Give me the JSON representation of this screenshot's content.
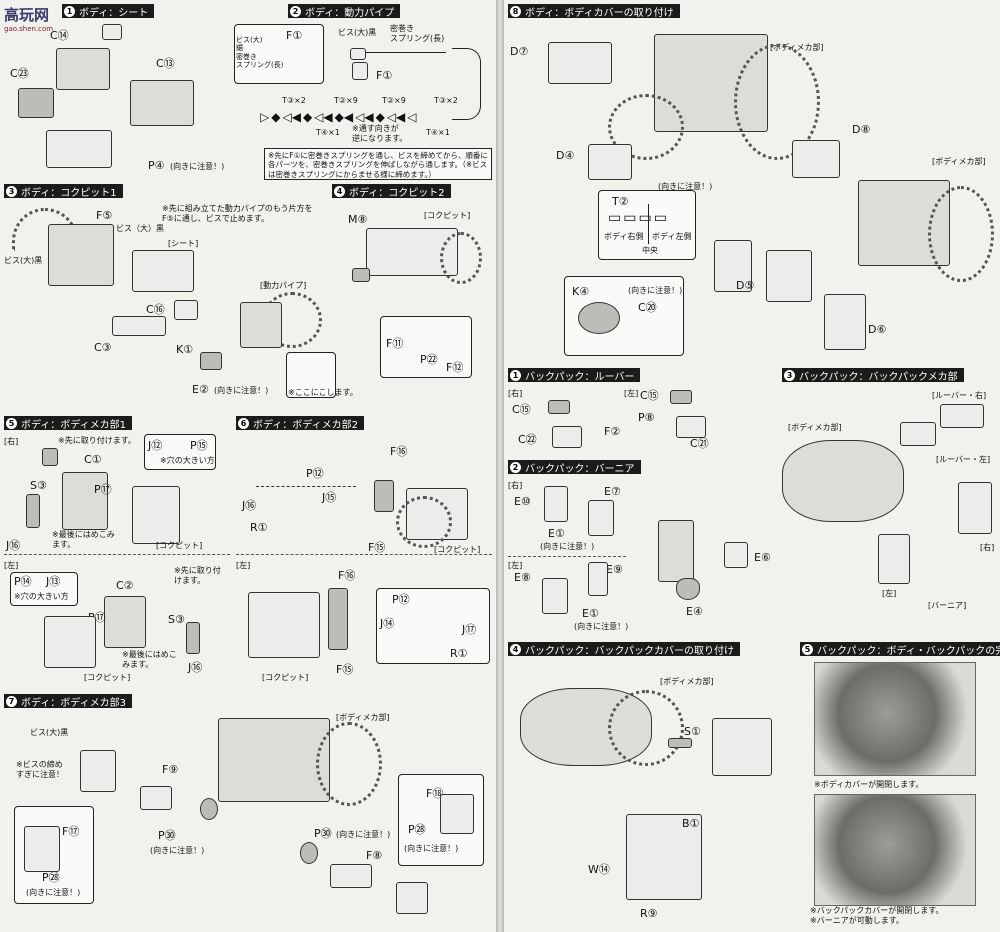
{
  "watermark": {
    "brand": "高玩网",
    "url": "gao.shen.com"
  },
  "s1": {
    "num": "1",
    "title": "ボディ：シート",
    "labels": [
      "C⑭",
      "C㉓",
      "C⑬",
      "P④"
    ],
    "note": "(向きに注意！)"
  },
  "s2": {
    "num": "2",
    "title": "ボディ：動力パイプ",
    "f1": "F①",
    "f1b": "F①",
    "side_note": "ビス(大)\n鋸\n密巻き\nスプリング(長)",
    "screw_label": "ビス(大)黒",
    "spring_label": "密巻き\nスプリング(長)",
    "t_labels": [
      "T③×2",
      "T②×9",
      "T②×9",
      "T③×2",
      "T④×1",
      "T④×1"
    ],
    "t_note": "※通す向きが\n逆になります。",
    "instruction": "※先にF①に密巻きスプリングを通し、ビスを締めてから、順番に各パーツを、密巻きスプリングを伸ばしながら通します。（※ビスは密巻きスプリングにからませる様に締めます。）"
  },
  "s3": {
    "num": "3",
    "title": "ボディ：コクピット1",
    "f5": "F⑤",
    "instruction": "※先に組み立てた動力パイプのもう片方をF⑤に通し、ビスで止めます。",
    "screw": "ビス（大）黒",
    "screw_left": "ビス(大)黒",
    "seat": "[シート]",
    "pipe": "[動力パイプ]",
    "c16": "C⑯",
    "c3": "C③",
    "k1": "K①",
    "e2": "E②",
    "e2_note": "(向きに注意！)",
    "here": "※ここにこします。"
  },
  "s4": {
    "num": "4",
    "title": "ボディ：コクピット2",
    "m8": "M⑧",
    "cockpit": "[コクピット]",
    "f11": "F⑪",
    "p22": "P㉒",
    "f12": "F⑫"
  },
  "s5": {
    "num": "5",
    "title": "ボディ：ボディメカ部1",
    "right": "[右]",
    "first": "※先に取り付けます。",
    "j12": "J⑫",
    "p15": "P⑮",
    "hole": "※穴の大きい方",
    "c1": "C①",
    "p17": "P⑰",
    "s3": "S③",
    "j16": "J⑯",
    "last": "※最後にはめこみます。",
    "cockpit": "[コクピット]",
    "left": "[左]",
    "p14": "P⑭",
    "j13": "J⑬",
    "hole2": "※穴の大きい方",
    "c2": "C②",
    "p17b": "P⑰",
    "first2": "※先に取り付けます。",
    "s3b": "S③",
    "j16b": "J⑯",
    "last2": "※最後にはめこみます。",
    "cockpit2": "[コクピット]"
  },
  "s6": {
    "num": "6",
    "title": "ボディ：ボディメカ部2",
    "f16": "F⑯",
    "p12": "P⑫",
    "j15": "J⑮",
    "j16": "J⑯",
    "r1": "R①",
    "f15": "F⑮",
    "cockpit": "[コクピット]",
    "left": "[左]",
    "f16b": "F⑯",
    "p12b": "P⑫",
    "j14": "J⑭",
    "j17": "J⑰",
    "f15b": "F⑮",
    "r1b": "R①",
    "cockpit2": "[コクピット]"
  },
  "s7": {
    "num": "7",
    "title": "ボディ：ボディメカ部3",
    "screw": "ビス(大)黒",
    "screw_note": "※ビスの締め\nすぎに注意！",
    "mecha": "[ボディメカ部]",
    "f9": "F⑨",
    "f17": "F⑰",
    "p30": "P㉚",
    "p30_note": "(向きに注意！)",
    "p28": "P㉘",
    "p28_note": "(向きに注意！)",
    "p30b": "P㉚",
    "p30b_note": "(向きに注意！)",
    "f8": "F⑧",
    "f18": "F⑱",
    "p28b": "P㉘",
    "p28b_note": "(向きに注意！)"
  },
  "s8": {
    "num": "8",
    "title": "ボディ：ボディカバーの取り付け",
    "d7": "D⑦",
    "mecha": "[ボディメカ部]",
    "d8": "D⑧",
    "d4": "D④",
    "d4_note": "(向きに注意！)",
    "t2": "T②",
    "right": "ボディ右側",
    "left": "ボディ左側",
    "center": "中央",
    "mecha2": "[ボディメカ部]",
    "k4": "K④",
    "k4_note": "(向きに注意！)",
    "c20": "C⑳",
    "d5": "D⑤",
    "d6": "D⑥"
  },
  "b1": {
    "num": "1",
    "title": "バックパック：ルーバー",
    "right": "[右]",
    "left": "[左]",
    "c15": "C⑮",
    "c22": "C㉒",
    "c15b": "C⑮",
    "p8": "P⑧",
    "f2": "F②",
    "c21": "C㉑"
  },
  "b2": {
    "num": "2",
    "title": "バックパック：バーニア",
    "right": "[右]",
    "e10": "E⑩",
    "e7": "E⑦",
    "e1": "E①",
    "e1_note": "(向きに注意！)",
    "left": "[左]",
    "e8": "E⑧",
    "e9": "E⑨",
    "e1b": "E①",
    "e1b_note": "(向きに注意！)",
    "e6": "E⑥",
    "e4": "E④"
  },
  "b3": {
    "num": "3",
    "title": "バックパック：バックパックメカ部",
    "louver": "[ルーバー・右]",
    "mecha": "[ボディメカ部]",
    "louver_l": "[ルーバー・左]",
    "right": "[右]",
    "left": "[左]",
    "vernier": "[バーニア]"
  },
  "b4": {
    "num": "4",
    "title": "バックパック：バックパックカバーの取り付け",
    "mecha": "[ボディメカ部]",
    "s1": "S①",
    "b1": "B①",
    "w14": "W⑭",
    "r9": "R⑨"
  },
  "b5": {
    "num": "5",
    "title": "バックパック：ボディ・バックパックの完成",
    "cap1": "※ボディカバーが開閉します。",
    "cap2": "※バックパックカバーが開閉します。\n※バーニアが可動します。"
  }
}
